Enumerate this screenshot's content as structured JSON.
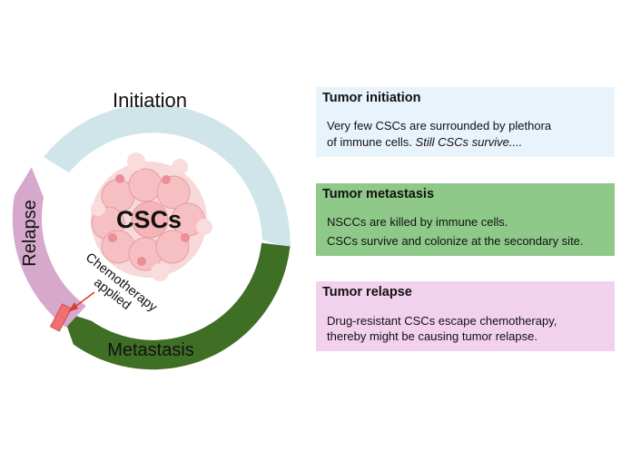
{
  "cycle": {
    "center_label": "CSCs",
    "initiation_label": "Initiation",
    "metastasis_label": "Metastasis",
    "relapse_label": "Relapse",
    "chemo_label_line1": "Chemotherapy",
    "chemo_label_line2": "applied",
    "colors": {
      "initiation_arc": "#cfe5ea",
      "metastasis_arc": "#3f6e25",
      "relapse_arc": "#d5a8cc",
      "chemo_marker": "#f07070",
      "chemo_arrow": "#e23b2e",
      "cells": "#f2a8ad"
    }
  },
  "boxes": {
    "initiation": {
      "title": "Tumor initiation",
      "line1": "Very few CSCs are surrounded by plethora",
      "line2_plain": "of immune cells. ",
      "line2_italic": "Still CSCs survive....",
      "color": "#e9f3fb"
    },
    "metastasis": {
      "title": "Tumor metastasis",
      "line1": "NSCCs are killed by immune cells.",
      "line2": "CSCs survive and colonize at the secondary site.",
      "color": "#8fc98a"
    },
    "relapse": {
      "title": "Tumor relapse",
      "line1": "Drug-resistant CSCs escape chemotherapy,",
      "line2": "thereby might be causing tumor relapse.",
      "color": "#f2d1ec"
    }
  }
}
